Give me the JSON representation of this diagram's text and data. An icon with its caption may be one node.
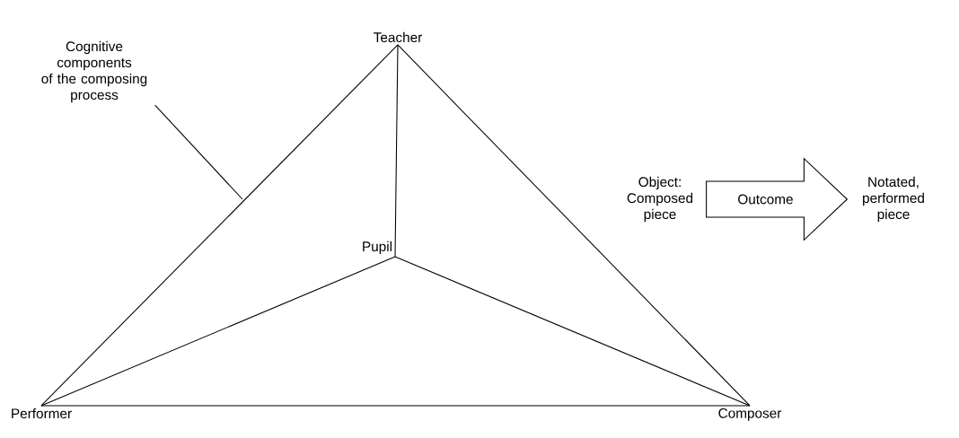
{
  "diagram": {
    "nodes": [
      {
        "text": [
          "Teacher"
        ]
      },
      {
        "text": [
          "Pupil"
        ]
      },
      {
        "text": [
          "Performer"
        ]
      },
      {
        "text": [
          "Composer"
        ]
      },
      {
        "text": [
          "Cognitive components of the composing process"
        ]
      },
      {
        "text": [
          "Object: Composed piece"
        ]
      },
      {
        "text": [
          "Notated, performed piece"
        ]
      }
    ],
    "edges": [
      {
        "from": 0,
        "to": 2,
        "arrow": "none"
      },
      {
        "from": 0,
        "to": 3,
        "arrow": "none"
      },
      {
        "from": 0,
        "to": 1,
        "arrow": "none"
      },
      {
        "from": 1,
        "to": 2,
        "arrow": "none"
      },
      {
        "from": 1,
        "to": 3,
        "arrow": "none"
      },
      {
        "from": 2,
        "to": 3,
        "arrow": "none"
      },
      {
        "from": 4,
        "to": null,
        "arrow": "none"
      },
      {
        "from": 5,
        "to": 6,
        "arrow": "to",
        "label": "Outcome"
      }
    ]
  }
}
